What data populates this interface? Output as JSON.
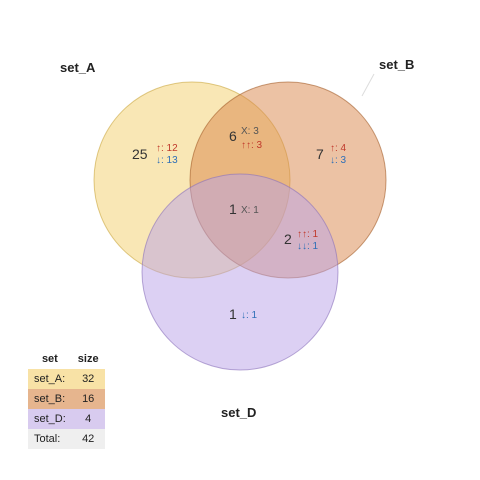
{
  "sets": [
    {
      "id": "A",
      "name": "set_A",
      "color": "#f4cf6b",
      "stroke": "#c9a640"
    },
    {
      "id": "B",
      "name": "set_B",
      "color": "#d9854a",
      "stroke": "#a35d2a"
    },
    {
      "id": "D",
      "name": "set_D",
      "color": "#b9a2e8",
      "stroke": "#8a72bb"
    }
  ],
  "regions": [
    {
      "key": "A_only",
      "sets": [
        "set_A"
      ],
      "count": "25",
      "lines": [
        {
          "text": "↑: 12",
          "dir": "up"
        },
        {
          "text": "↓: 13",
          "dir": "down"
        }
      ]
    },
    {
      "key": "AB",
      "sets": [
        "set_A",
        "set_B"
      ],
      "count": "6",
      "lines": [
        {
          "text": "X: 3",
          "dir": "neutral"
        },
        {
          "text": "↑↑: 3",
          "dir": "up"
        }
      ]
    },
    {
      "key": "B_only",
      "sets": [
        "set_B"
      ],
      "count": "7",
      "lines": [
        {
          "text": "↑: 4",
          "dir": "up"
        },
        {
          "text": "↓: 3",
          "dir": "down"
        }
      ]
    },
    {
      "key": "ABD",
      "sets": [
        "set_A",
        "set_B",
        "set_D"
      ],
      "count": "1",
      "lines": [
        {
          "text": "X: 1",
          "dir": "neutral"
        }
      ]
    },
    {
      "key": "BD",
      "sets": [
        "set_B",
        "set_D"
      ],
      "count": "2",
      "lines": [
        {
          "text": "↑↑: 1",
          "dir": "up"
        },
        {
          "text": "↓↓: 1",
          "dir": "down"
        }
      ]
    },
    {
      "key": "D_only",
      "sets": [
        "set_D"
      ],
      "count": "1",
      "lines": [
        {
          "text": "↓: 1",
          "dir": "down"
        }
      ]
    }
  ],
  "legend": {
    "headers": {
      "set": "set",
      "size": "size"
    },
    "rows": [
      {
        "set": "set_A:",
        "size": "32"
      },
      {
        "set": "set_B:",
        "size": "16"
      },
      {
        "set": "set_D:",
        "size": "4"
      }
    ],
    "total": {
      "label": "Total:",
      "size": "42"
    }
  }
}
